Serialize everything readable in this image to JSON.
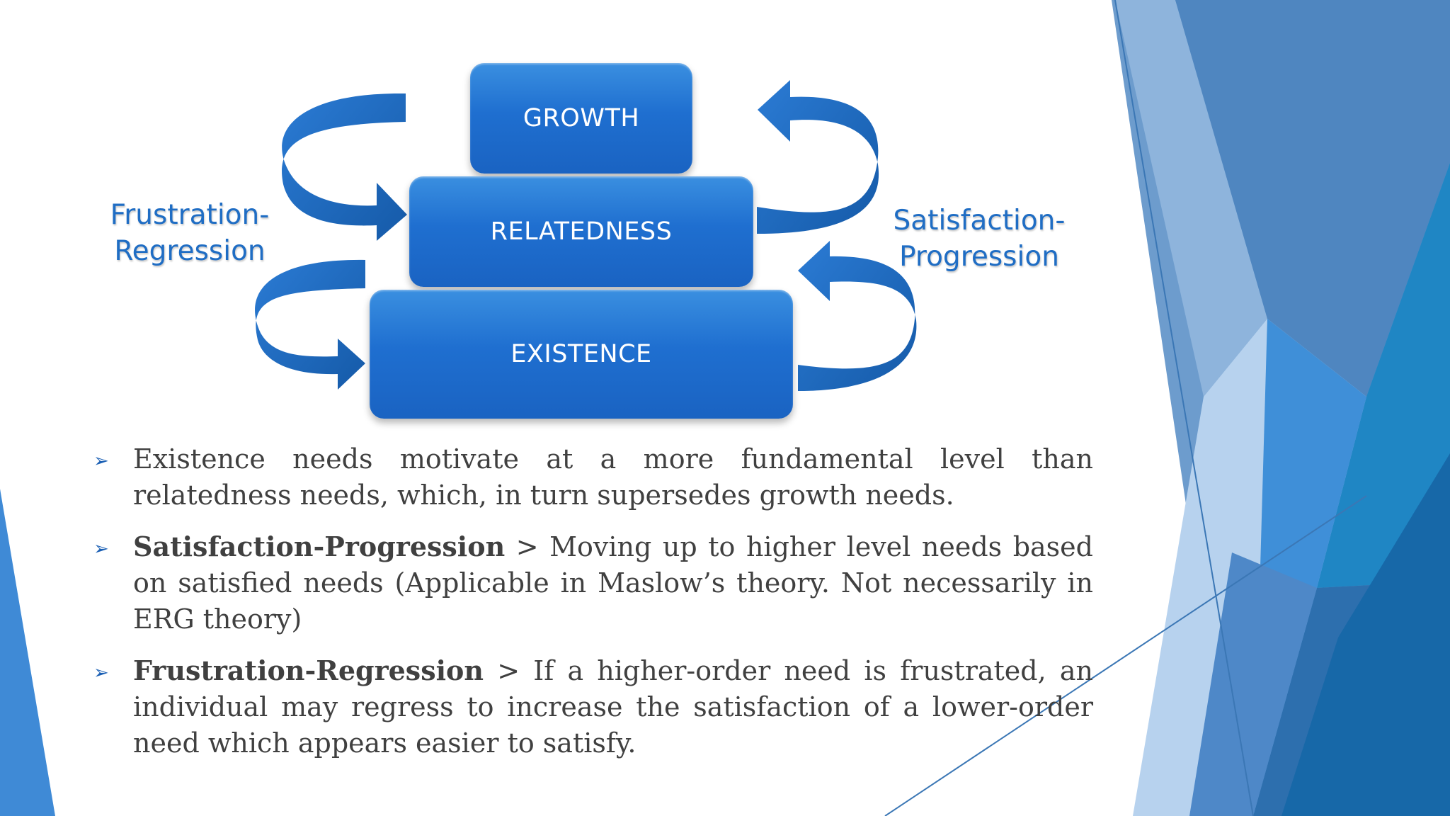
{
  "diagram": {
    "blocks": {
      "growth": "GROWTH",
      "relatedness": "RELATEDNESS",
      "existence": "EXISTENCE"
    },
    "left_label": [
      "Frustration-",
      "Regression"
    ],
    "right_label": [
      "Satisfaction-",
      "Progression"
    ]
  },
  "bullet_icon": "arrowhead-bullet-icon",
  "bullets": [
    {
      "term": "",
      "text": "Existence needs motivate at a more fundamental level than relatedness needs, which, in turn supersedes growth needs."
    },
    {
      "term": "Satisfaction-Progression",
      "text": " > Moving up to higher level needs based on satisfied needs (Applicable in Maslow’s theory. Not necessarily in ERG theory)"
    },
    {
      "term": "Frustration-Regression",
      "text": " > If a higher-order need is frustrated, an individual may regress to increase the satisfaction of a lower-order need which appears easier to satisfy."
    }
  ],
  "colors": {
    "block_blue": "#1f6fd0",
    "arrow_blue": "#1b65c0",
    "label_blue": "#1f6dc4",
    "text_gray": "#404040"
  }
}
